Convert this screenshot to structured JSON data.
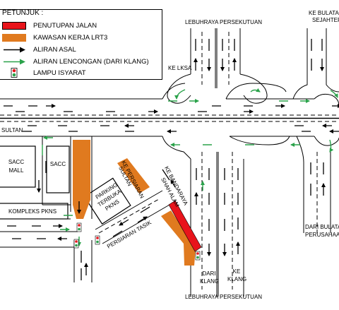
{
  "legend": {
    "title": "PETUNJUK :",
    "items": [
      {
        "key": "road_closure",
        "label": "PENUTUPAN JALAN",
        "color": "#e8141b"
      },
      {
        "key": "lrt3_work_zone",
        "label": "KAWASAN KERJA LRT3",
        "color": "#e07a1f"
      },
      {
        "key": "original_flow",
        "label": "ALIRAN ASAL",
        "color": "#000000"
      },
      {
        "key": "diversion_flow",
        "label": "ALIRAN LENCONGAN (DARI KLANG)",
        "color": "#2aa24a"
      },
      {
        "key": "traffic_light",
        "label": "LAMPU ISYARAT"
      }
    ]
  },
  "labels": {
    "lebuhraya_top": "LEBUHRAYA PERSEKUTUAN",
    "ke_bulatan_top": "KE BULATAN",
    "sejahtera": "SEJAHTERA",
    "ke_lksa": "KE LKSA",
    "sultan_left": "SULTAN",
    "sacc_mall_1": "SACC",
    "sacc_mall_2": "MALL",
    "sacc_1": "SACC",
    "kompleks_pkns": "KOMPLEKS PKNS",
    "ke_persiaran_sultan_1": "KE PERSIARAN",
    "ke_persiaran_sultan_2": "SULTAN",
    "ke_bandaraya_1": "KE BANDARAYA",
    "ke_bandaraya_2": "SHAH ALAM",
    "parking_1": "PARKING",
    "parking_2": "TERBUKA",
    "parking_3": "PKNS",
    "persiaran_tasik": "PERSIARAN TASIK",
    "dari_bulatan_1": "DARI BULATAN",
    "dari_bulatan_2": "PERUSAHAAN",
    "dari_klang_1": "DARI",
    "dari_klang_2": "KLANG",
    "ke_klang_1": "KE",
    "ke_klang_2": "KLANG",
    "lebuhraya_bottom": "LEBUHRAYA PERSEKUTUAN"
  },
  "colors": {
    "closure": "#e8141b",
    "work_zone": "#e07a1f",
    "diversion": "#2aa24a",
    "road_line": "#000000"
  }
}
